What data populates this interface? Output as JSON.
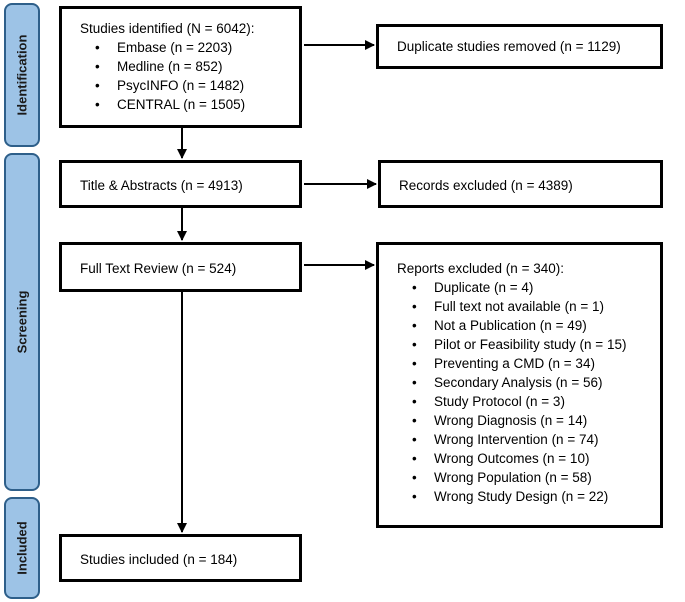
{
  "phases": {
    "identification": "Identification",
    "screening": "Screening",
    "included": "Included"
  },
  "identified": {
    "title": "Studies identified (N = 6042):",
    "items": [
      "Embase (n = 2203)",
      "Medline (n = 852)",
      "PsycINFO (n = 1482)",
      "CENTRAL (n = 1505)"
    ]
  },
  "duplicates": {
    "text": "Duplicate studies removed (n = 1129)"
  },
  "title_abstracts": {
    "text": "Title & Abstracts (n = 4913)"
  },
  "records_excluded": {
    "text": "Records excluded (n = 4389)"
  },
  "full_text": {
    "text": "Full Text Review (n = 524)"
  },
  "reports_excluded": {
    "title": "Reports excluded (n = 340):",
    "items": [
      "Duplicate (n = 4)",
      "Full text not available (n = 1)",
      "Not a Publication (n = 49)",
      "Pilot or Feasibility study (n = 15)",
      "Preventing a CMD (n = 34)",
      "Secondary Analysis (n = 56)",
      "Study Protocol (n = 3)",
      "Wrong Diagnosis (n = 14)",
      "Wrong Intervention (n = 74)",
      "Wrong Outcomes (n = 10)",
      "Wrong Population (n = 58)",
      "Wrong Study Design (n = 22)"
    ]
  },
  "included": {
    "text": "Studies included (n = 184)"
  }
}
